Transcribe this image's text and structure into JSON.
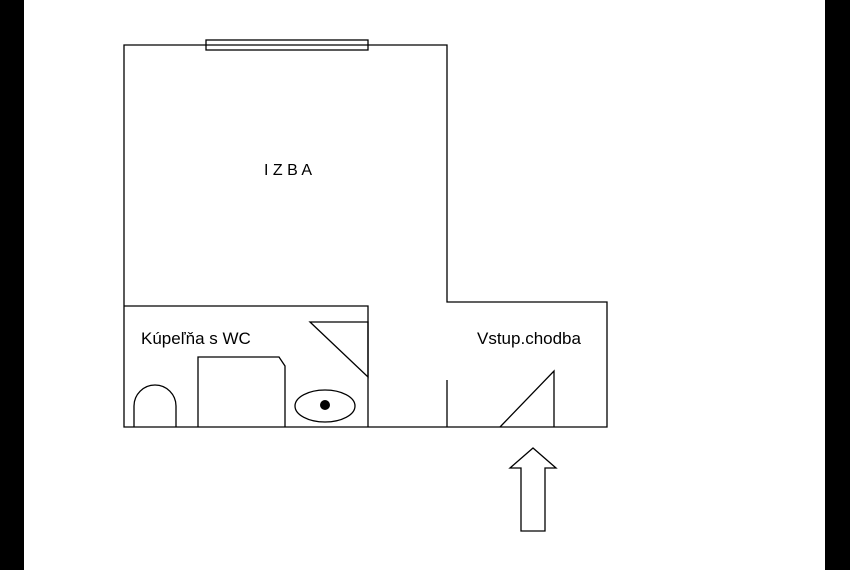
{
  "rooms": {
    "room": "I Z B A",
    "bathroom": "Kúpeľňa s WC",
    "hall": "Vstup.chodba"
  },
  "colors": {
    "background": "#ffffff",
    "border": "#000000",
    "lines": "#000000"
  },
  "icons": {
    "entrance": "up-arrow-icon",
    "door": "door-swing-icon",
    "washbasin": "washbasin-icon",
    "toilet": "toilet-icon"
  }
}
